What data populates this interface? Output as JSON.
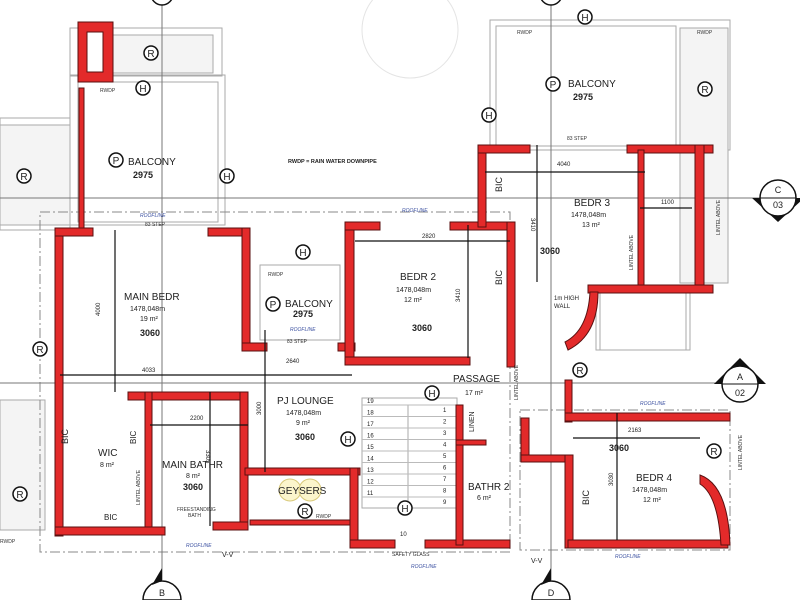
{
  "note": "RWDP = RAIN WATER DOWNPIPE",
  "markers": {
    "h": "H",
    "r": "R",
    "p": "P"
  },
  "labels": {
    "rwdp": "RWDP",
    "roofline": "ROOFLINE",
    "bic": "BIC",
    "step": "83 STEP",
    "lintel_above": "LINTEL ABOVE",
    "linen": "LINEN",
    "safety_glass": "SAFETY GLASS",
    "vv": "V-V",
    "high_wall": [
      "1m HIGH",
      "WALL"
    ],
    "freestanding_bath": [
      "FREESTANDING",
      "BATH"
    ]
  },
  "rooms": {
    "balcony_left": {
      "name": "BALCONY",
      "level": "2975"
    },
    "balcony_mid": {
      "name": "BALCONY",
      "level": "2975"
    },
    "balcony_right": {
      "name": "BALCONY",
      "level": "2975"
    },
    "main_bedr": {
      "name": "MAIN BEDR",
      "ceiling": "1478,048m",
      "area": "19 m²",
      "level": "3060"
    },
    "bedr_2": {
      "name": "BEDR 2",
      "ceiling": "1478,048m",
      "area": "12 m²",
      "level": "3060"
    },
    "bedr_3": {
      "name": "BEDR 3",
      "ceiling": "1478,048m",
      "area": "13 m²",
      "level": "3060"
    },
    "bedr_4": {
      "name": "BEDR 4",
      "ceiling": "1478,048m",
      "area": "12 m²",
      "level": "3060"
    },
    "wic": {
      "name": "WIC",
      "area": "8 m²"
    },
    "main_bathr": {
      "name": "MAIN BATHR",
      "area": "8 m²",
      "level": "3060"
    },
    "pj_lounge": {
      "name": "PJ LOUNGE",
      "ceiling": "1478,048m",
      "area": "9 m²",
      "level": "3060"
    },
    "passage": {
      "name": "PASSAGE",
      "area": "17 m²"
    },
    "bathr_2": {
      "name": "BATHR 2",
      "area": "6 m²"
    },
    "geysers": {
      "name": "GEYSERS"
    }
  },
  "dimensions": {
    "main_bedr_h": "4000",
    "main_bedr_w": "4033",
    "balcony_mid_w": "2640",
    "bedr2_w": "2820",
    "bedr2_h": "3410",
    "bedr3_w": "4040",
    "bedr3_h": "3410",
    "bedr3_ens": "1100",
    "bath_w": "2200",
    "bath_h": "3305",
    "lounge_h": "3000",
    "bedr4_w": "2163",
    "bedr4_h": "3030"
  },
  "stairs": {
    "up": [
      "19",
      "18",
      "17",
      "16",
      "15",
      "14",
      "13",
      "12",
      "11"
    ],
    "down": [
      "1",
      "2",
      "3",
      "4",
      "5",
      "6",
      "7",
      "8",
      "9"
    ],
    "landing": "10"
  },
  "grid_bubbles": {
    "b": "B",
    "d": "D",
    "c": "C",
    "c_sheet": "03",
    "a": "A",
    "a_sheet": "02"
  },
  "colors": {
    "wall": "#e32a2a",
    "roofline": "#3a4fa0"
  }
}
